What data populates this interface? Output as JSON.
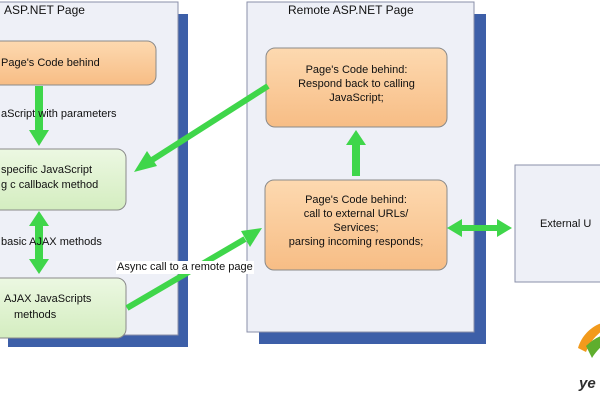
{
  "panels": {
    "local": {
      "title": "ASP.NET Page"
    },
    "remote": {
      "title": "Remote ASP.NET Page"
    },
    "external": {
      "title": "External U"
    }
  },
  "boxes": {
    "local_code_behind": "Page's Code behind",
    "specific_js_line1": "specific JavaScript",
    "specific_js_line2": "g c callback method",
    "ajax_js_line1": "AJAX JavaScripts",
    "ajax_js_line2": "methods",
    "remote_respond_line1": "Page's Code behind:",
    "remote_respond_line2": "Respond back to calling",
    "remote_respond_line3": "JavaScript;",
    "remote_call_line1": "Page's Code behind:",
    "remote_call_line2": "call to external URLs/",
    "remote_call_line3": "Services;",
    "remote_call_line4": "parsing incoming responds;"
  },
  "arrow_labels": {
    "js_with_params": "aScript with parameters",
    "basic_ajax": "basic AJAX methods",
    "async_call": "Async call to a remote page"
  },
  "logo": {
    "text": "ye"
  },
  "colors": {
    "panel_fill": "#eef0f7",
    "panel_shadow": "#3d5fa8",
    "orange_box": "#fbc996",
    "green_box": "#dff2cf",
    "box_border": "#8a8a8a",
    "arrow": "#3fd64a"
  }
}
